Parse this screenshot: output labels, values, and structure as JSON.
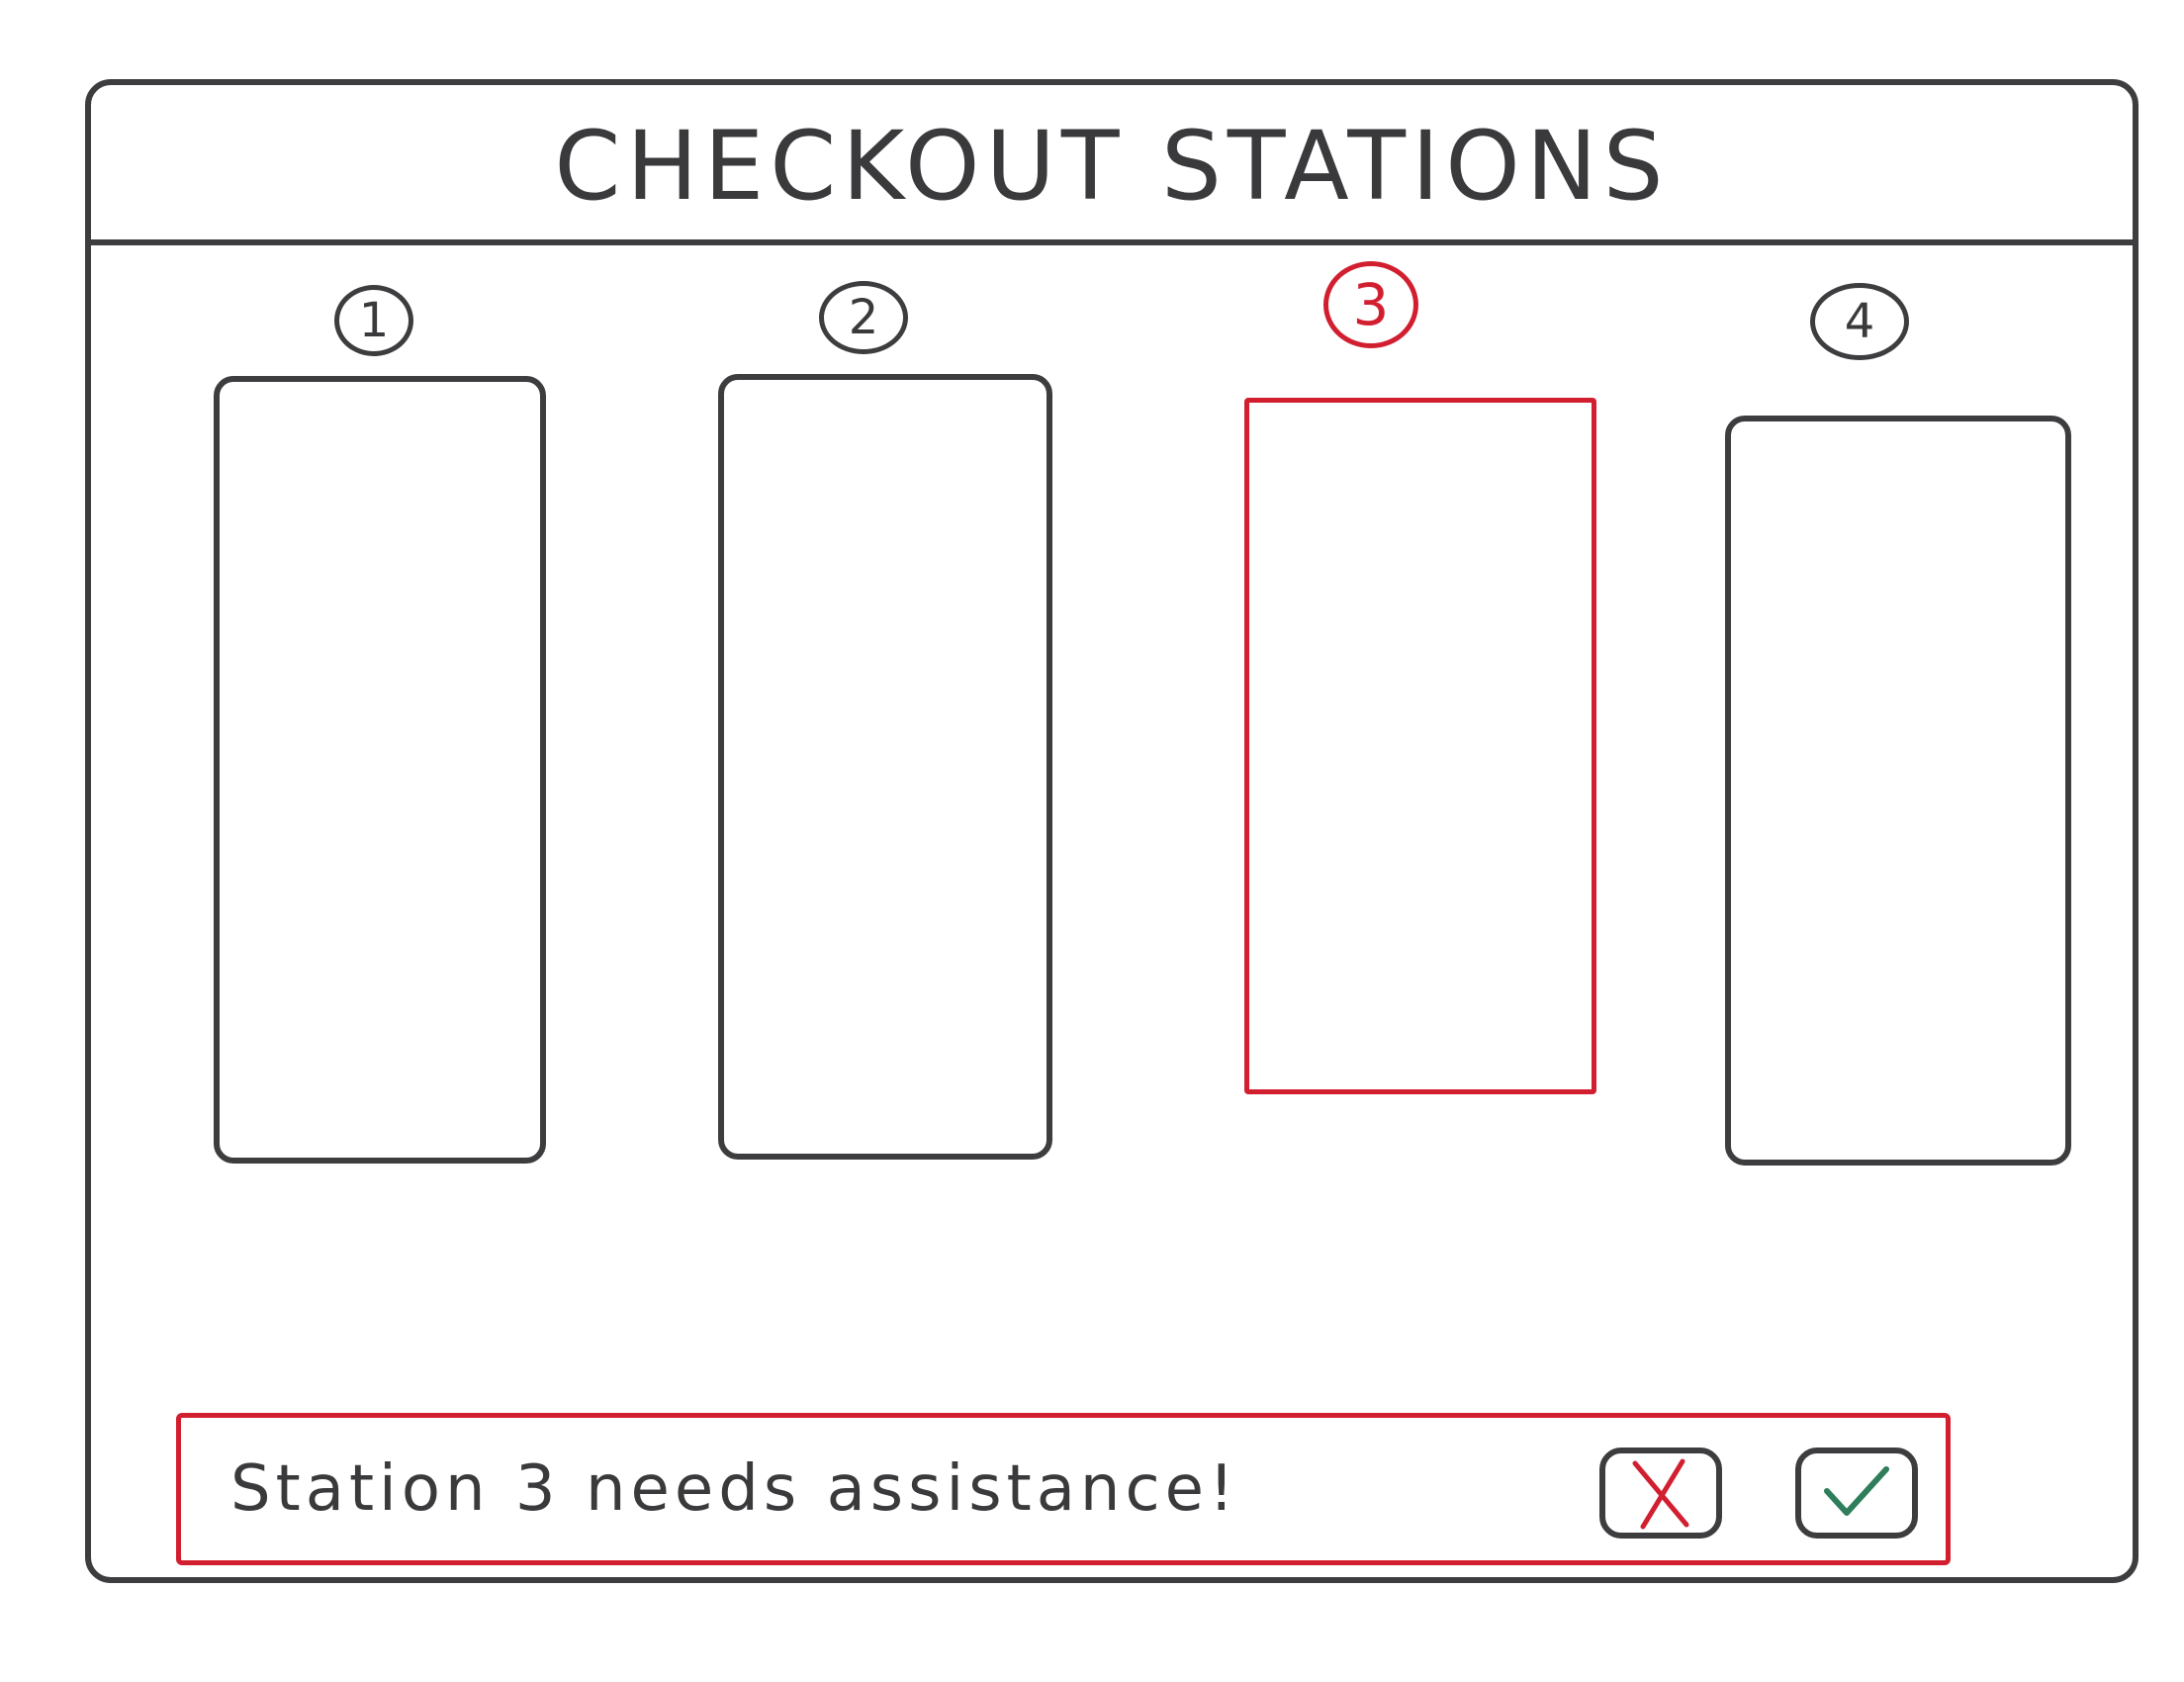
{
  "window": {
    "title": "CHECKOUT STATIONS"
  },
  "stations": [
    {
      "number": "1",
      "status": "normal"
    },
    {
      "number": "2",
      "status": "normal"
    },
    {
      "number": "3",
      "status": "needs-assistance"
    },
    {
      "number": "4",
      "status": "normal"
    }
  ],
  "alert": {
    "message": "Station 3 needs assistance!",
    "dismiss_icon": "x-icon",
    "confirm_icon": "check-icon"
  },
  "colors": {
    "ink": "#3d3d40",
    "alert": "#d21f30",
    "confirm": "#2e7d5b"
  }
}
